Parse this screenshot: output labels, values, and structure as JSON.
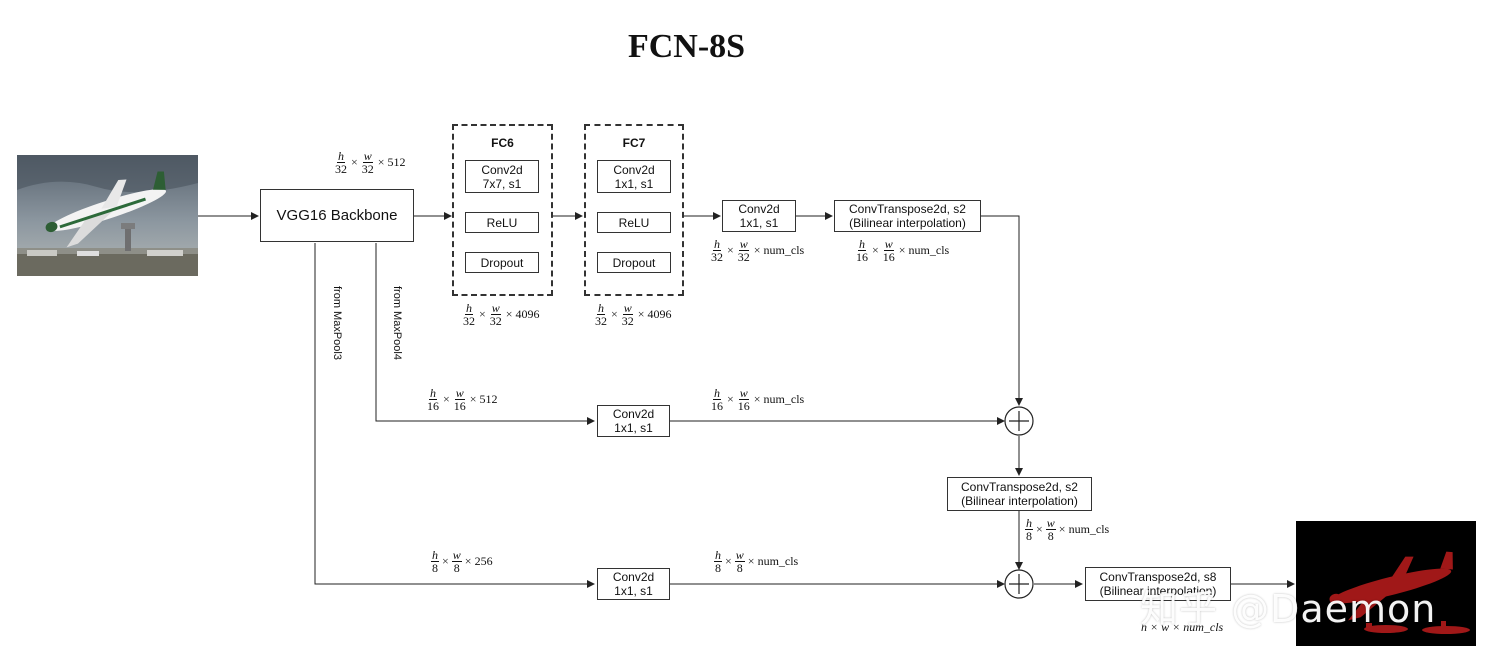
{
  "title": "FCN-8S",
  "nodes": {
    "backbone": "VGG16 Backbone",
    "fc6": {
      "label": "FC6",
      "conv_line1": "Conv2d",
      "conv_line2": "7x7, s1",
      "relu": "ReLU",
      "dropout": "Dropout"
    },
    "fc7": {
      "label": "FC7",
      "conv_line1": "Conv2d",
      "conv_line2": "1x1, s1",
      "relu": "ReLU",
      "dropout": "Dropout"
    },
    "score_fr": {
      "line1": "Conv2d",
      "line2": "1x1, s1"
    },
    "upscore2": {
      "line1": "ConvTranspose2d, s2",
      "line2": "(Bilinear interpolation)"
    },
    "score_pool4": {
      "line1": "Conv2d",
      "line2": "1x1, s1"
    },
    "upscore_pool4": {
      "line1": "ConvTranspose2d, s2",
      "line2": "(Bilinear interpolation)"
    },
    "score_pool3": {
      "line1": "Conv2d",
      "line2": "1x1, s1"
    },
    "upscore8": {
      "line1": "ConvTranspose2d, s8",
      "line2": "(Bilinear interpolation)"
    }
  },
  "branch_labels": {
    "pool3": "from MaxPool3",
    "pool4": "from MaxPool4"
  },
  "dims": {
    "backbone_out": {
      "num": [
        "h",
        "w"
      ],
      "den": [
        "32",
        "32"
      ],
      "suffix": "× 512"
    },
    "fc6_out": {
      "num": [
        "h",
        "w"
      ],
      "den": [
        "32",
        "32"
      ],
      "suffix": "× 4096"
    },
    "fc7_out": {
      "num": [
        "h",
        "w"
      ],
      "den": [
        "32",
        "32"
      ],
      "suffix": "× 4096"
    },
    "score_fr_out": {
      "num": [
        "h",
        "w"
      ],
      "den": [
        "32",
        "32"
      ],
      "suffix": "× num_cls"
    },
    "upscore2_out": {
      "num": [
        "h",
        "w"
      ],
      "den": [
        "16",
        "16"
      ],
      "suffix": "× num_cls"
    },
    "pool4_in": {
      "num": [
        "h",
        "w"
      ],
      "den": [
        "16",
        "16"
      ],
      "suffix": "× 512"
    },
    "pool4_out": {
      "num": [
        "h",
        "w"
      ],
      "den": [
        "16",
        "16"
      ],
      "suffix": "× num_cls"
    },
    "upscore_pool4_out": {
      "num": [
        "h",
        "w"
      ],
      "den": [
        "8",
        "8"
      ],
      "suffix": "× num_cls"
    },
    "pool3_in": {
      "num": [
        "h",
        "w"
      ],
      "den": [
        "8",
        "8"
      ],
      "suffix": "× 256"
    },
    "pool3_out": {
      "num": [
        "h",
        "w"
      ],
      "den": [
        "8",
        "8"
      ],
      "suffix": "× num_cls"
    }
  },
  "final_out": "h × w × num_cls",
  "watermark": "知乎 @Daemon",
  "colors": {
    "segmentation_fg": "#a01818",
    "segmentation_bg": "#000000"
  }
}
